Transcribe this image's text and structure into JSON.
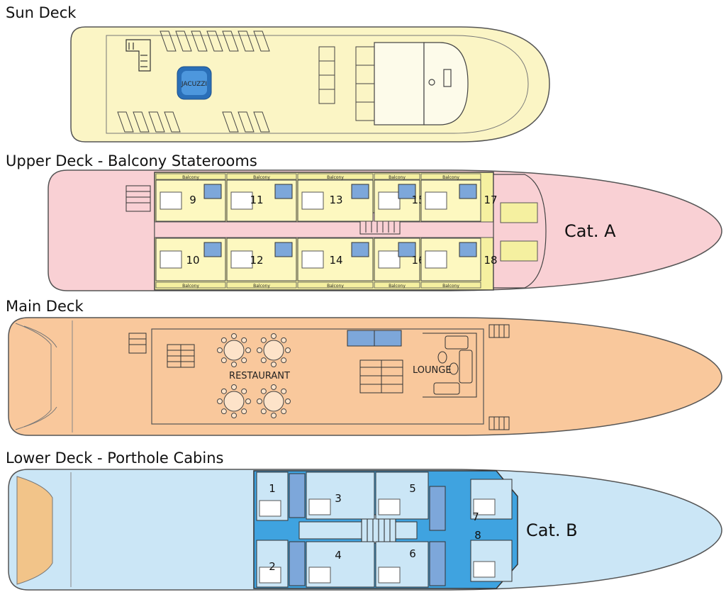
{
  "decks": {
    "sun": {
      "title": "Sun Deck",
      "jacuzzi": "JACUZZI"
    },
    "upper": {
      "title": "Upper Deck - Balcony Staterooms",
      "category": "Cat. A",
      "cabins": [
        "9",
        "11",
        "13",
        "15",
        "17",
        "10",
        "12",
        "14",
        "16",
        "18"
      ],
      "balcony_label": "Balcony"
    },
    "main": {
      "title": "Main Deck",
      "restaurant": "RESTAURANT",
      "lounge": "LOUNGE"
    },
    "lower": {
      "title": "Lower Deck - Porthole Cabins",
      "category": "Cat. B",
      "cabins": [
        "1",
        "3",
        "5",
        "7",
        "2",
        "4",
        "6",
        "8"
      ]
    }
  },
  "colors": {
    "sun": "#fbf5c5",
    "upper": "#f9d0d4",
    "upper_cabins": "#f5f0a0",
    "main": "#f9c89c",
    "lower": "#cbe6f6",
    "lower_cabins": "#3fa3e0",
    "bath": "#7da7da"
  }
}
